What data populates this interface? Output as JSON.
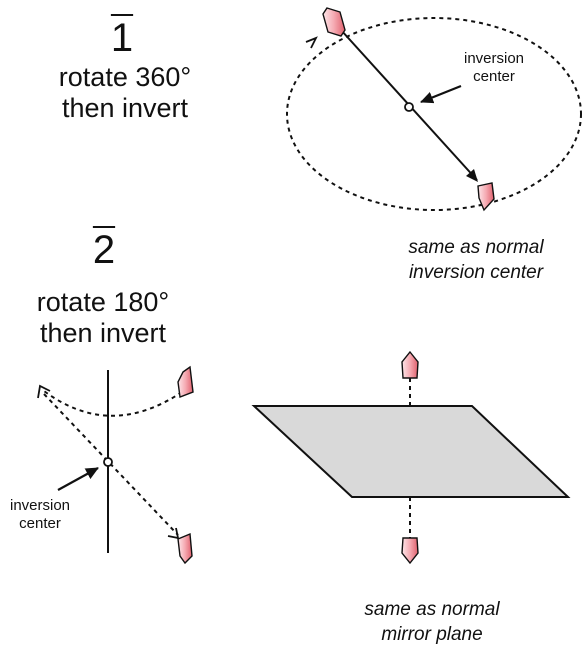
{
  "section1": {
    "symbol": "1",
    "desc_line1": "rotate 360°",
    "desc_line2": "then invert",
    "inversion_label_line1": "inversion",
    "inversion_label_line2": "center",
    "note_line1": "same as normal",
    "note_line2": "inversion center"
  },
  "section2": {
    "symbol": "2",
    "desc_line1": "rotate 180°",
    "desc_line2": "then invert",
    "inversion_label_line1": "inversion",
    "inversion_label_line2": "center",
    "note_line1": "same as normal",
    "note_line2": "mirror plane"
  },
  "colors": {
    "arrow_fill": "#f08c95",
    "plane_fill": "#d9d9d9",
    "line": "#111111"
  }
}
